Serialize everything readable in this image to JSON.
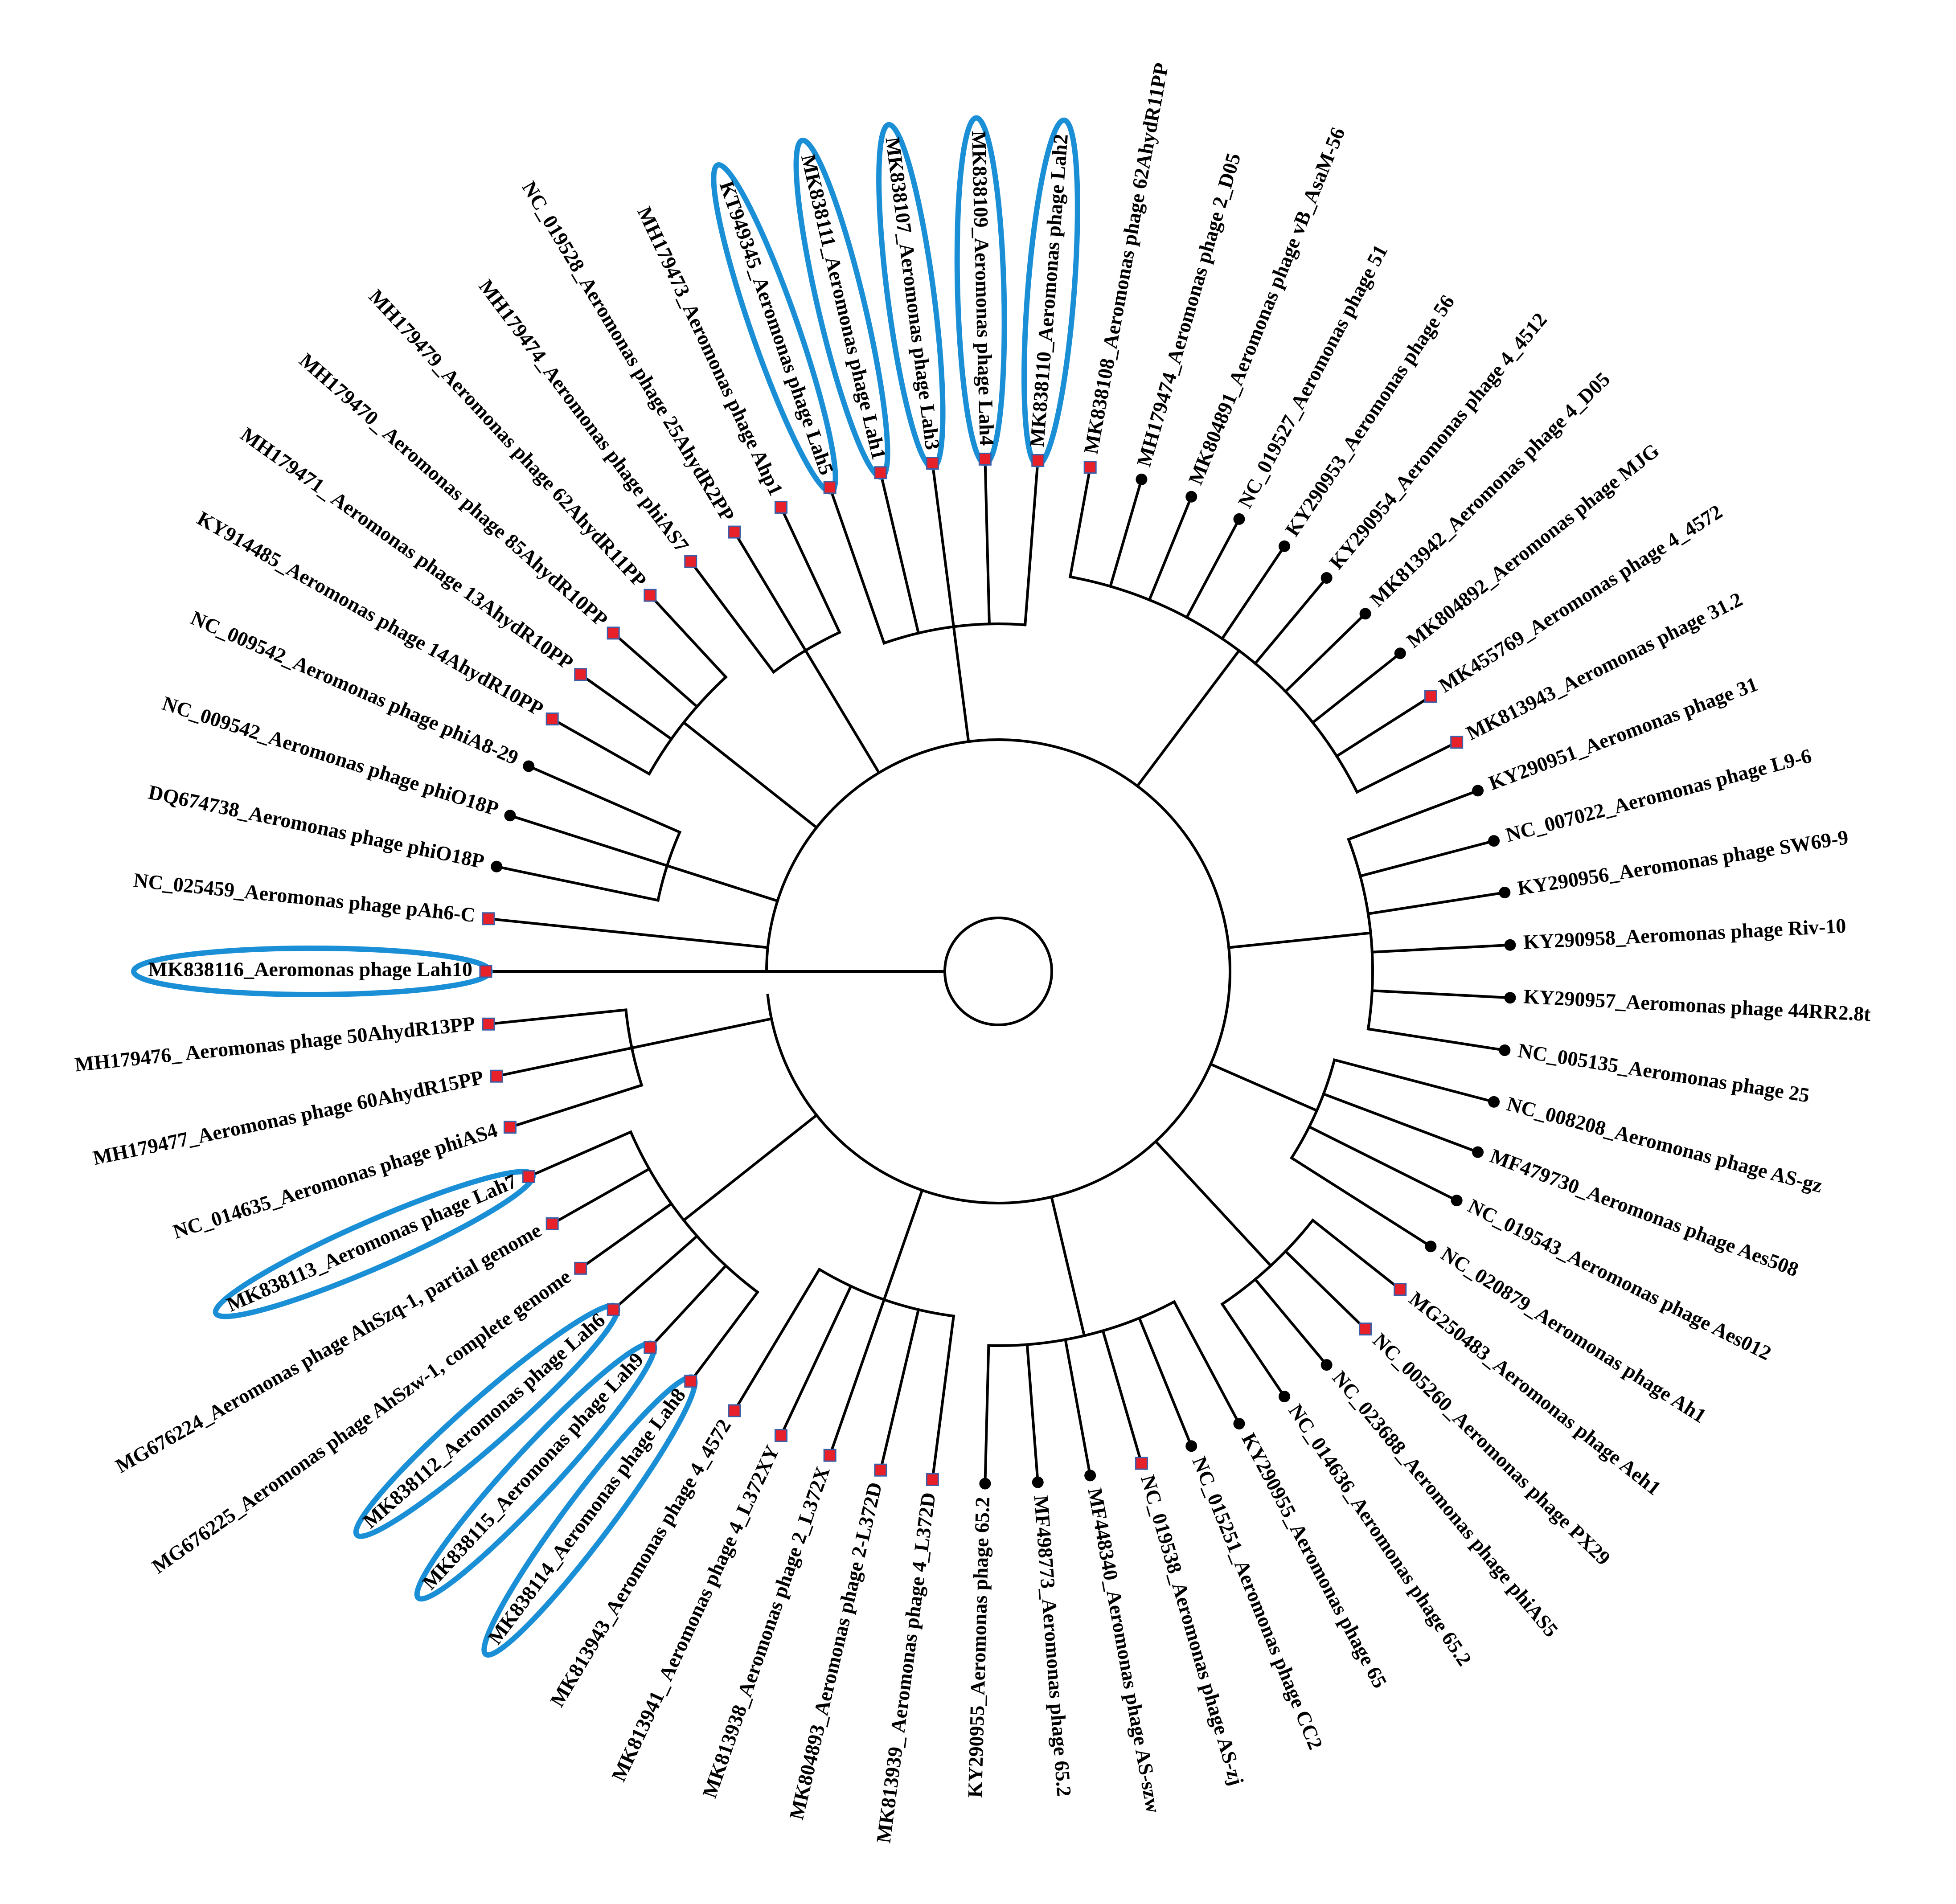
{
  "tree": {
    "leaves": [
      {
        "label": "MK838116_Aeromonas phage Lah10",
        "marker": "square",
        "highlighted": true
      },
      {
        "label": "NC_025459_Aeromonas phage pAh6-C",
        "marker": "square"
      },
      {
        "label": "DQ674738_Aeromonas phage phiO18P",
        "marker": "dot"
      },
      {
        "label": "NC_009542_Aeromonas phage phiO18P",
        "marker": "dot"
      },
      {
        "label": "NC_009542_Aeromonas phage phiA8-29",
        "marker": "dot"
      },
      {
        "label": "KY914485_Aeromonas phage 14AhydR10PP",
        "marker": "square"
      },
      {
        "label": "MH179471_ Aeromonas phage 13AhydR10PP",
        "marker": "square"
      },
      {
        "label": "MH179470_ Aeromonas phage 85AhydR10PP",
        "marker": "square"
      },
      {
        "label": "MH179479_Aeromonas phage 62AhydR11PP",
        "marker": "square"
      },
      {
        "label": "MH179474_Aeromonas phage phiAS7",
        "marker": "square"
      },
      {
        "label": "NC_019528_Aeromonas phage 25AhydR2PP",
        "marker": "square"
      },
      {
        "label": "MH179473_Aeromonas phage Ahp1",
        "marker": "square"
      },
      {
        "label": "KT949345_Aeromonas phage Lah5",
        "marker": "square",
        "highlighted": true
      },
      {
        "label": "MK838111_Aeromonas phage Lah1",
        "marker": "square",
        "highlighted": true
      },
      {
        "label": "MK838107_Aeromonas phage Lah3",
        "marker": "square",
        "highlighted": true
      },
      {
        "label": "MK838109_Aeromonas phage Lah4",
        "marker": "square",
        "highlighted": true
      },
      {
        "label": "MK838110_Aeromonas phage Lah2",
        "marker": "square",
        "highlighted": true
      },
      {
        "label": "MK838108_Aeromonas phage 62AhydR11PP",
        "marker": "square"
      },
      {
        "label": "MH179474_Aeromonas phage 2_D05",
        "marker": "dot"
      },
      {
        "label": "MK804891_Aeromonas phage vB_AsaM-56",
        "marker": "dot"
      },
      {
        "label": "NC_019527_Aeromonas phage 51",
        "marker": "dot"
      },
      {
        "label": "KY290953_Aeromonas phage 56",
        "marker": "dot"
      },
      {
        "label": "KY290954_Aeromonas phage 4_4512",
        "marker": "dot"
      },
      {
        "label": "MK813942_Aeromonas phage 4_D05",
        "marker": "dot"
      },
      {
        "label": "MK804892_Aeromonas phage MJG",
        "marker": "dot"
      },
      {
        "label": "MK455769_Aeromonas phage 4_4572",
        "marker": "square"
      },
      {
        "label": "MK813943_Aeromonas phage 31.2",
        "marker": "square"
      },
      {
        "label": "KY290951_Aeromonas phage 31",
        "marker": "dot"
      },
      {
        "label": "NC_007022_Aeromonas phage L9-6",
        "marker": "dot"
      },
      {
        "label": "KY290956_Aeromonas phage SW69-9",
        "marker": "dot"
      },
      {
        "label": "KY290958_Aeromonas phage Riv-10",
        "marker": "dot"
      },
      {
        "label": "KY290957_Aeromonas phage 44RR2.8t",
        "marker": "dot"
      },
      {
        "label": "NC_005135_Aeromonas phage 25",
        "marker": "dot"
      },
      {
        "label": "NC_008208_Aeromonas phage AS-gz",
        "marker": "dot"
      },
      {
        "label": "MF479730_Aeromonas phage Aes508",
        "marker": "dot"
      },
      {
        "label": "NC_019543_Aeromonas phage Aes012",
        "marker": "dot"
      },
      {
        "label": "NC_020879_Aeromonas phage Ah1",
        "marker": "dot"
      },
      {
        "label": "MG250483_Aeromonas phage Aeh1",
        "marker": "square"
      },
      {
        "label": "NC_005260_Aeromonas phage PX29",
        "marker": "square"
      },
      {
        "label": "NC_023688_Aeromonas phage phiAS5",
        "marker": "dot"
      },
      {
        "label": "NC_014636_Aeromonas phage 65.2",
        "marker": "dot"
      },
      {
        "label": "KY290955_Aeromonas phage 65",
        "marker": "dot"
      },
      {
        "label": "NC_015251_Aeromonas phage CC2",
        "marker": "dot"
      },
      {
        "label": "NC_019538_Aeromonas phage AS-zj",
        "marker": "square"
      },
      {
        "label": "MF448340_Aeromonas phage AS-szw",
        "marker": "dot"
      },
      {
        "label": "MF498773_Aeromonas phage 65.2",
        "marker": "dot"
      },
      {
        "label": "KY290955_Aeromonas phage 65.2",
        "marker": "dot"
      },
      {
        "label": "MK813939_ Aeromonas phage 4_L372D",
        "marker": "square"
      },
      {
        "label": "MK804893_Aeromonas phage 2-L372D",
        "marker": "square"
      },
      {
        "label": "MK813938_Aeromonas phage 2_L372X",
        "marker": "square"
      },
      {
        "label": "MK813941_ Aeromonas phage 4_L372XY",
        "marker": "square"
      },
      {
        "label": "MK813943_Aeromonas phage 4_4572",
        "marker": "square"
      },
      {
        "label": "MK838114_Aeromonas phage Lah8",
        "marker": "square",
        "highlighted": true
      },
      {
        "label": "MK838115_Aeromonas phage Lah9",
        "marker": "square",
        "highlighted": true
      },
      {
        "label": "MK838112_Aeromonas phage Lah6",
        "marker": "square",
        "highlighted": true
      },
      {
        "label": "MG676225_Aeromonas phage AhSzw-1, complete genome",
        "marker": "square"
      },
      {
        "label": "MG676224_Aeromonas phage AhSzq-1, partial genome",
        "marker": "square"
      },
      {
        "label": "MK838113_Aeromonas phage Lah7",
        "marker": "square",
        "highlighted": true
      },
      {
        "label": "NC_014635_Aeromonas phage phiAS4",
        "marker": "square"
      },
      {
        "label": "MH179477_Aeromonas phage 60AhydR15PP",
        "marker": "square"
      },
      {
        "label": "MH179476_ Aeromonas phage 50AhydR13PP",
        "marker": "square"
      }
    ]
  },
  "colors": {
    "branch": "#000000",
    "marker_square_fill": "#e8202a",
    "marker_square_border": "#3a5fa8",
    "marker_dot": "#000000",
    "highlight_ring": "#1b8fd6"
  }
}
